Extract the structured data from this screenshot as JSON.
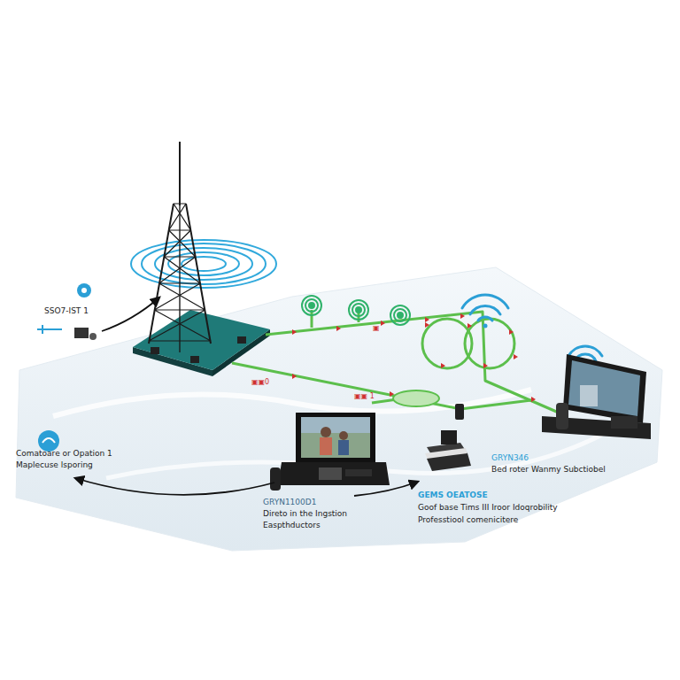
{
  "diagram": {
    "labels": [
      "SSO7-IST 1",
      "Comatoare or Opation 1",
      "Maplecuse lsporing",
      "GRYN1100D1",
      "Direto in the Ingstion",
      "Easpthductors",
      "GEMS OEATOSE",
      "Goof base Tims III Iroor Idoqrobility",
      "Professtiool comenicitere",
      "GRYN346",
      "Bed roter Wanmy Subctiobel",
      "▣▣0",
      "▣▣ 1",
      "▣"
    ]
  }
}
